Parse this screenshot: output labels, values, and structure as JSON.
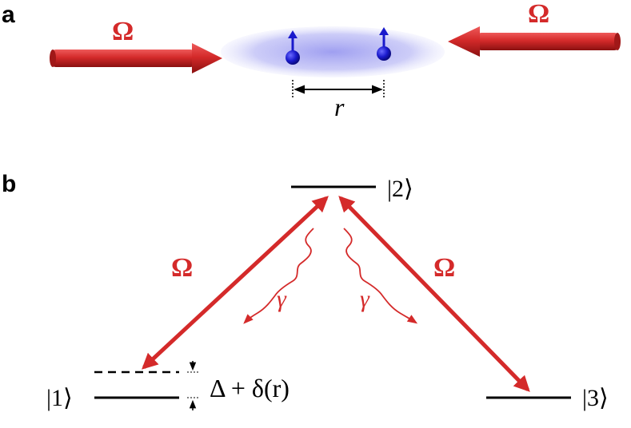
{
  "panels": {
    "a": "a",
    "b": "b"
  },
  "beam_labels": {
    "left": "Ω",
    "right": "Ω"
  },
  "separation_label": "r",
  "transitions": {
    "left_rabi": "Ω",
    "right_rabi": "Ω",
    "left_decay": "γ",
    "right_decay": "γ"
  },
  "levels": {
    "state1": "|1⟩",
    "state2": "|2⟩",
    "state3": "|3⟩"
  },
  "detuning_label": "Δ + δ(r)",
  "colors": {
    "laser": "#d42a2a",
    "atom": "#1a1acc",
    "cloud": "#b4b4f0",
    "level_line": "#000000"
  }
}
